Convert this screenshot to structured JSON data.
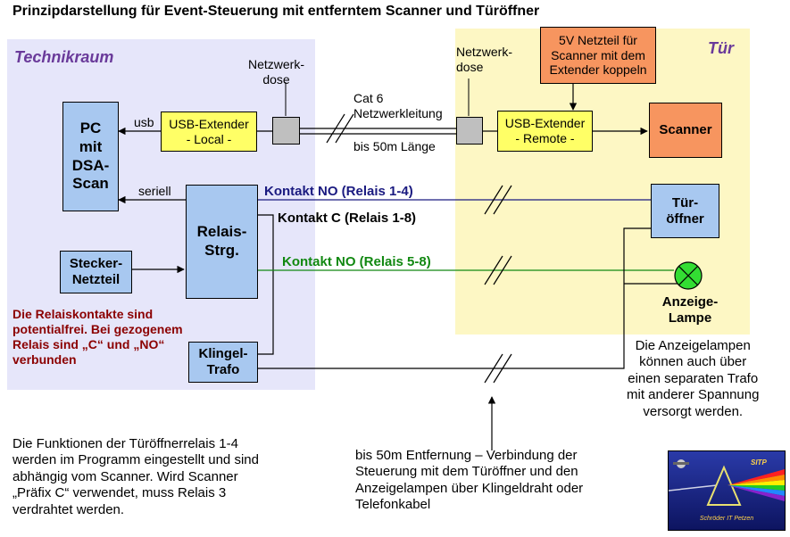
{
  "title": "Prinzipdarstellung für Event-Steuerung mit entferntem Scanner und Türöffner",
  "zones": {
    "tech": "Technikraum",
    "door": "Tür"
  },
  "boxes": {
    "pc": [
      "PC",
      "mit",
      "DSA-",
      "Scan"
    ],
    "usb_local": [
      "USB-Extender",
      "- Local -"
    ],
    "usb_remote": [
      "USB-Extender",
      "- Remote -"
    ],
    "power_5v": [
      "5V  Netzteil für",
      "Scanner mit dem",
      "Extender koppeln"
    ],
    "scanner": "Scanner",
    "relais": [
      "Relais-",
      "Strg."
    ],
    "stecker": [
      "Stecker-",
      "Netzteil"
    ],
    "klingel": [
      "Klingel-",
      "Trafo"
    ],
    "tueroeffner": [
      "Tür-",
      "öffner"
    ],
    "lampe": [
      "Anzeige-",
      "Lampe"
    ]
  },
  "labels": {
    "netzwerkdose_left": [
      "Netzwerk-",
      "dose"
    ],
    "netzwerkdose_right": [
      "Netzwerk-",
      "dose"
    ],
    "usb": "usb",
    "cat6": [
      "Cat 6",
      "Netzwerkleitung"
    ],
    "bis50m": "bis 50m Länge",
    "seriell": "seriell",
    "kontakt_no_1_4": "Kontakt NO (Relais 1-4)",
    "kontakt_c": "Kontakt C (Relais 1-8)",
    "kontakt_no_5_8": "Kontakt NO (Relais 5-8)"
  },
  "notes": {
    "relais_note": [
      "Die Relaiskontakte sind",
      "potentialfrei. Bei gezogenem",
      "Relais sind „C“ und „NO“",
      "verbunden"
    ],
    "lamp_note": [
      "Die Anzeigelampen",
      "können auch über",
      "einen separaten Trafo",
      "mit anderer Spannung",
      "versorgt werden."
    ],
    "function_note": [
      "Die Funktionen der Türöffnerrelais 1-4",
      "werden im Programm eingestellt und sind",
      "abhängig vom Scanner. Wird Scanner",
      "„Präfix C“ verwendet, muss Relais 3",
      "verdrahtet werden."
    ],
    "distance_note": [
      "bis 50m Entfernung – Verbindung der",
      "Steuerung mit dem Türöffner und den",
      "Anzeigelampen über Klingeldraht oder",
      "Telefonkabel"
    ]
  },
  "logo": {
    "badge": "SITP",
    "caption": "Schröder IT Petzen"
  },
  "colors": {
    "tech_zone": "#e6e6fa",
    "door_zone": "#fdf7c4",
    "zone_title": "#6a3a9a",
    "box_blue": "#a8c8f0",
    "box_yellow": "#ffff66",
    "box_orange": "#f7955f",
    "kontakt_no_1_4": "#1a1a80",
    "kontakt_no_5_8": "#118811",
    "note_red": "#8b0000",
    "lamp_green": "#33dd33"
  }
}
